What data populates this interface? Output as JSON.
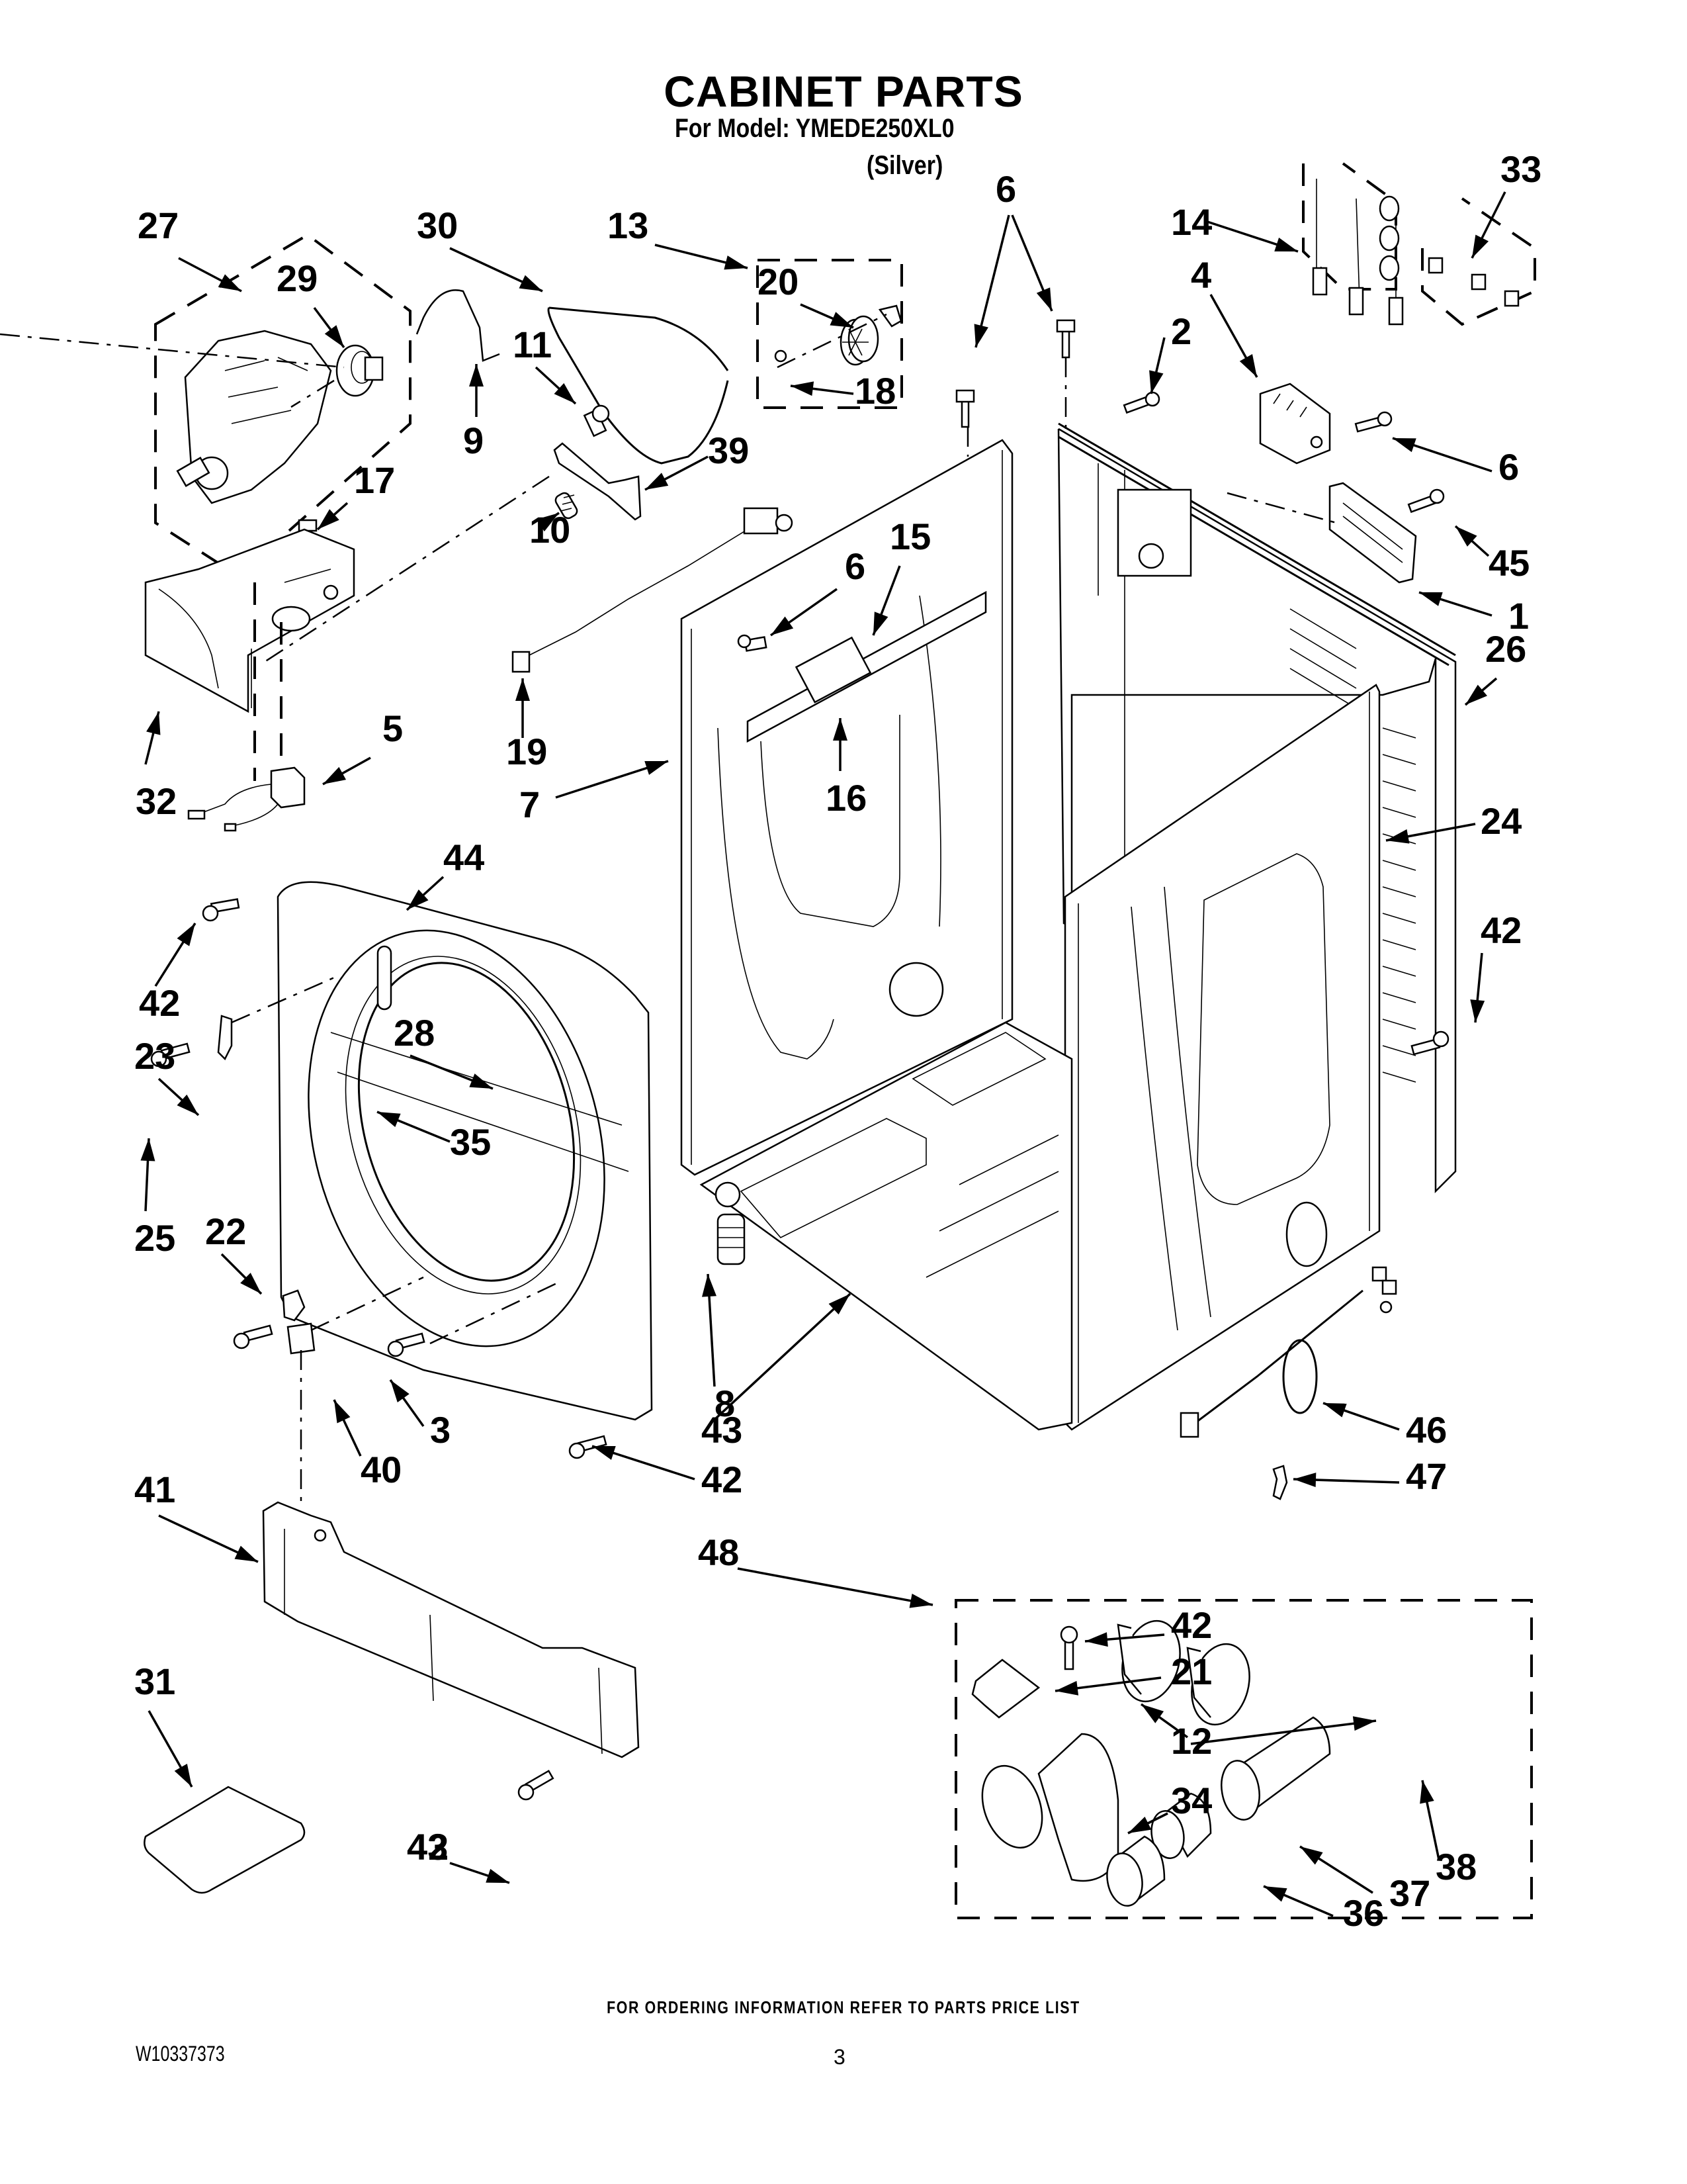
{
  "header": {
    "title": "CABINET PARTS",
    "model_line": "For Model: YMEDE250XL0",
    "variant": "(Silver)"
  },
  "footer": {
    "ordering_note": "FOR ORDERING INFORMATION REFER TO PARTS PRICE LIST",
    "document_id": "W10337373",
    "page_number": "3"
  },
  "callouts": [
    {
      "id": "c27",
      "label": "27",
      "part": "drive-motor-kit"
    },
    {
      "id": "c29",
      "label": "29",
      "part": "motor-pulley"
    },
    {
      "id": "c30",
      "label": "30",
      "part": "drive-belt"
    },
    {
      "id": "c13",
      "label": "13",
      "part": "idler-kit"
    },
    {
      "id": "c20",
      "label": "20",
      "part": "idler-clip"
    },
    {
      "id": "c18",
      "label": "18",
      "part": "idler-washer"
    },
    {
      "id": "c6a",
      "label": "6",
      "part": "screw"
    },
    {
      "id": "c14",
      "label": "14",
      "part": "wire-tie-kit"
    },
    {
      "id": "c33",
      "label": "33",
      "part": "connector-kit"
    },
    {
      "id": "c4",
      "label": "4",
      "part": "terminal-block"
    },
    {
      "id": "c2",
      "label": "2",
      "part": "screw"
    },
    {
      "id": "c6b",
      "label": "6",
      "part": "screw"
    },
    {
      "id": "c9",
      "label": "9",
      "part": "motor-clamp"
    },
    {
      "id": "c11",
      "label": "11",
      "part": "idler-screw"
    },
    {
      "id": "c39",
      "label": "39",
      "part": "idler-bracket"
    },
    {
      "id": "c17",
      "label": "17",
      "part": "screw"
    },
    {
      "id": "c10",
      "label": "10",
      "part": "idler-spring"
    },
    {
      "id": "c45",
      "label": "45",
      "part": "screw"
    },
    {
      "id": "c1",
      "label": "1",
      "part": "access-panel"
    },
    {
      "id": "c6c",
      "label": "6",
      "part": "screw"
    },
    {
      "id": "c15",
      "label": "15",
      "part": "control-board"
    },
    {
      "id": "c26",
      "label": "26",
      "part": "rear-panel"
    },
    {
      "id": "c19",
      "label": "19",
      "part": "wire-harness"
    },
    {
      "id": "c32",
      "label": "32",
      "part": "motor-mount"
    },
    {
      "id": "c5",
      "label": "5",
      "part": "switch"
    },
    {
      "id": "c7",
      "label": "7",
      "part": "side-panel-left"
    },
    {
      "id": "c16",
      "label": "16",
      "part": "bracket"
    },
    {
      "id": "c24",
      "label": "24",
      "part": "side-panel-right"
    },
    {
      "id": "c44",
      "label": "44",
      "part": "front-panel"
    },
    {
      "id": "c42a",
      "label": "42",
      "part": "screw"
    },
    {
      "id": "c42b",
      "label": "42",
      "part": "screw"
    },
    {
      "id": "c23",
      "label": "23",
      "part": "door-strike"
    },
    {
      "id": "c28",
      "label": "28",
      "part": "door-seal"
    },
    {
      "id": "c35",
      "label": "35",
      "part": "lens"
    },
    {
      "id": "c25",
      "label": "25",
      "part": "screw"
    },
    {
      "id": "c22",
      "label": "22",
      "part": "latch"
    },
    {
      "id": "c8",
      "label": "8",
      "part": "leveling-leg"
    },
    {
      "id": "c3",
      "label": "3",
      "part": "screw"
    },
    {
      "id": "c40",
      "label": "40",
      "part": "clip"
    },
    {
      "id": "c43",
      "label": "43",
      "part": "base"
    },
    {
      "id": "c46",
      "label": "46",
      "part": "power-cord"
    },
    {
      "id": "c42c",
      "label": "42",
      "part": "screw"
    },
    {
      "id": "c47",
      "label": "47",
      "part": "strain-relief"
    },
    {
      "id": "c41",
      "label": "41",
      "part": "toe-panel"
    },
    {
      "id": "c48",
      "label": "48",
      "part": "vent-kit"
    },
    {
      "id": "c42d",
      "label": "42",
      "part": "screw"
    },
    {
      "id": "c21",
      "label": "21",
      "part": "cover-plate"
    },
    {
      "id": "c12",
      "label": "12",
      "part": "vent-hood"
    },
    {
      "id": "c31",
      "label": "31",
      "part": "felt-pad"
    },
    {
      "id": "c34",
      "label": "34",
      "part": "elbow"
    },
    {
      "id": "c38",
      "label": "38",
      "part": "vent-pipe"
    },
    {
      "id": "c42e",
      "label": "43",
      "overprint": "2",
      "part": "screw"
    },
    {
      "id": "c37",
      "label": "37",
      "part": "coupler"
    },
    {
      "id": "c36",
      "label": "36",
      "part": "clamp"
    }
  ]
}
